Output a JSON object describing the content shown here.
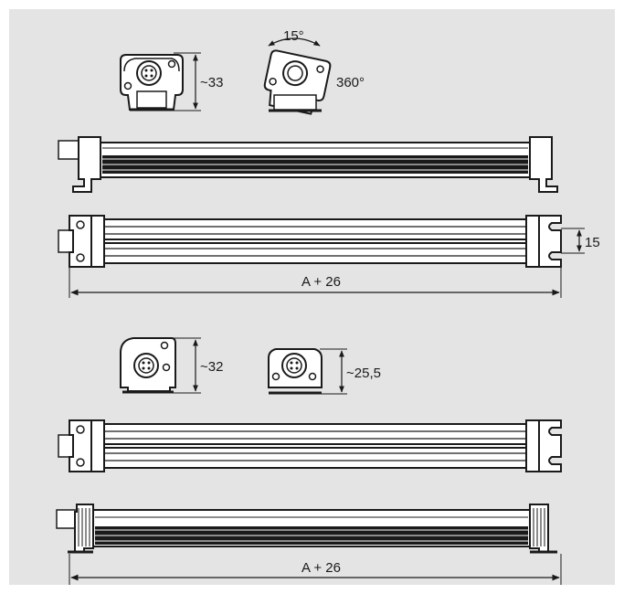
{
  "labels": {
    "rotation_angle": "15°",
    "rotation_full": "360°",
    "height_top_left": "~33",
    "slot_height": "15",
    "length_top": "A + 26",
    "height_bottom_left": "~32",
    "height_bottom_right": "~25,5",
    "length_bottom": "A + 26"
  },
  "colors": {
    "panel_background": "#e4e4e4",
    "line": "#1a1a1a",
    "part_fill": "#ffffff"
  }
}
